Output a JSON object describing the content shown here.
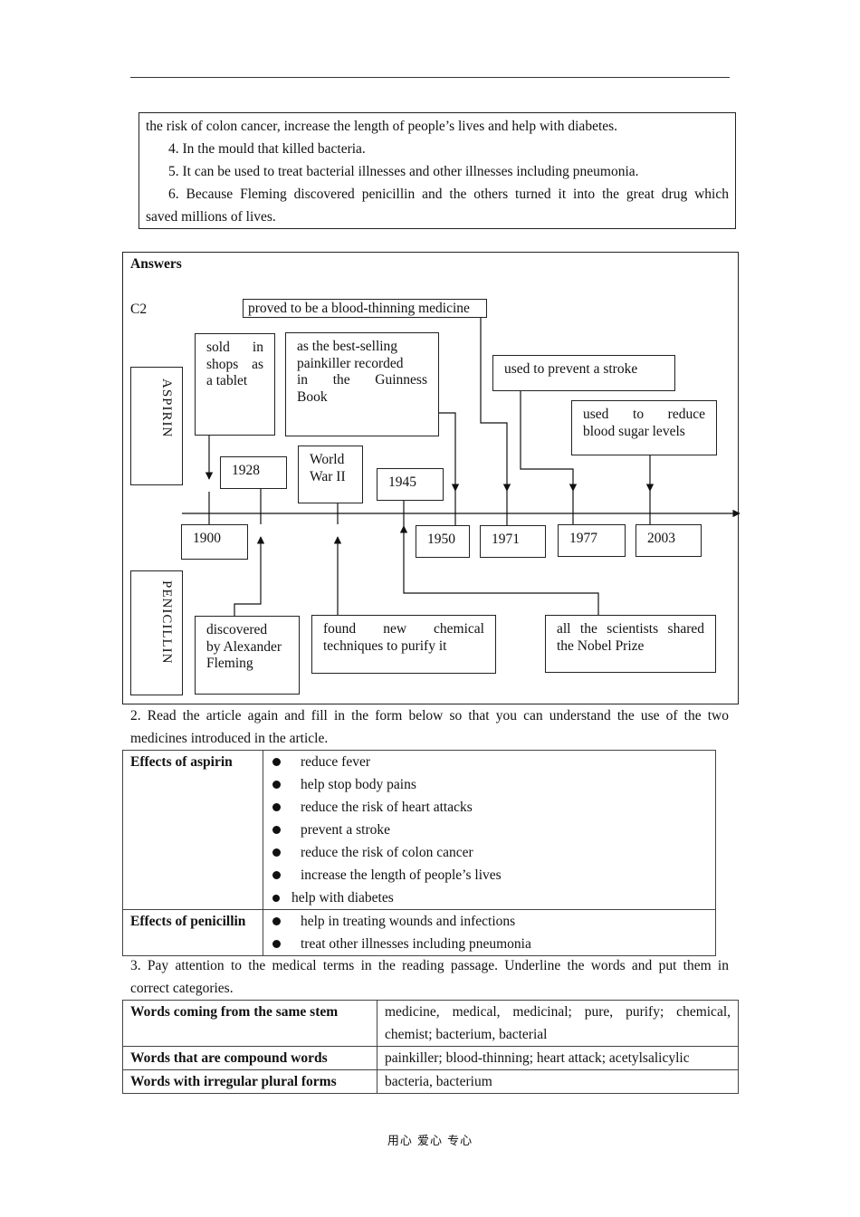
{
  "box_top": {
    "line1": "the risk of colon cancer, increase the length of people’s lives and help with diabetes.",
    "item4": "4. In the mould that killed bacteria.",
    "item5": "5. It can be used to treat bacterial illnesses and other illnesses including pneumonia.",
    "item6a": "6. Because Fleming discovered penicillin and the others turned it into the great drug which",
    "item6b": "saved millions of lives."
  },
  "answers": {
    "heading": "Answers",
    "c2": "C2",
    "aspirin_label": "ASPIRIN",
    "penicillin_label": "PENICILLIN",
    "top_proved": "proved to be a blood-thinning medicine",
    "sold": [
      "sold in",
      "shops as",
      "a tablet"
    ],
    "bestselling": [
      "as the best-selling",
      "painkiller recorded",
      "in the Guinness",
      "Book"
    ],
    "stroke": "used to prevent a stroke",
    "sugar": [
      "used to reduce",
      "blood sugar levels"
    ],
    "year_1928": "1928",
    "ww2": [
      "World",
      "War II"
    ],
    "year_1945": "1945",
    "axis_years": [
      "1900",
      "1950",
      "1971",
      "1977",
      "2003"
    ],
    "discovered": [
      "discovered",
      "by Alexander",
      "Fleming"
    ],
    "found": [
      "found new chemical",
      "techniques to purify it"
    ],
    "nobel": [
      "all the scientists shared",
      "the Nobel Prize"
    ]
  },
  "q2": {
    "line1": "2. Read the article again and fill in the form below so that you can understand the use of the two",
    "line2": "medicines introduced in the article.",
    "aspirin_header": "Effects of aspirin",
    "aspirin_items": [
      "reduce fever",
      "help stop body pains",
      "reduce the risk of heart attacks",
      "prevent a stroke",
      "reduce the risk of colon cancer",
      "increase the length of people’s lives",
      "help with diabetes"
    ],
    "penicillin_header": "Effects of penicillin",
    "penicillin_items": [
      "help in treating wounds and infections",
      "treat other illnesses including pneumonia"
    ]
  },
  "q3": {
    "line1": "3. Pay attention to the medical terms in the reading passage. Underline the words and put them in",
    "line2": "correct categories.",
    "rows": [
      {
        "label": "Words coming from the same stem",
        "a": "medicine, medical, medicinal; pure, purify; chemical,",
        "b": "chemist; bacterium, bacterial"
      },
      {
        "label": "Words that are compound words",
        "a": "painkiller; blood-thinning; heart attack; acetylsalicylic"
      },
      {
        "label": "Words with irregular plural forms",
        "a": "bacteria, bacterium"
      }
    ]
  },
  "footer": "用心 爱心 专心"
}
